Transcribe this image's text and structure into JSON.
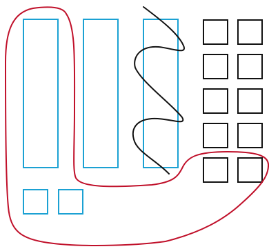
{
  "colors": {
    "background": "#ffffff",
    "tall_rect_stroke": "#1ba1d3",
    "small_square_stroke": "#1ba1d3",
    "grid_square_stroke": "#111111",
    "squiggle_stroke": "#111111",
    "enclosing_curve_stroke": "#c0102a"
  },
  "shapes": {
    "tall_rectangles": 3,
    "small_squares": 2,
    "grid_rows": 5,
    "grid_columns": 2
  }
}
